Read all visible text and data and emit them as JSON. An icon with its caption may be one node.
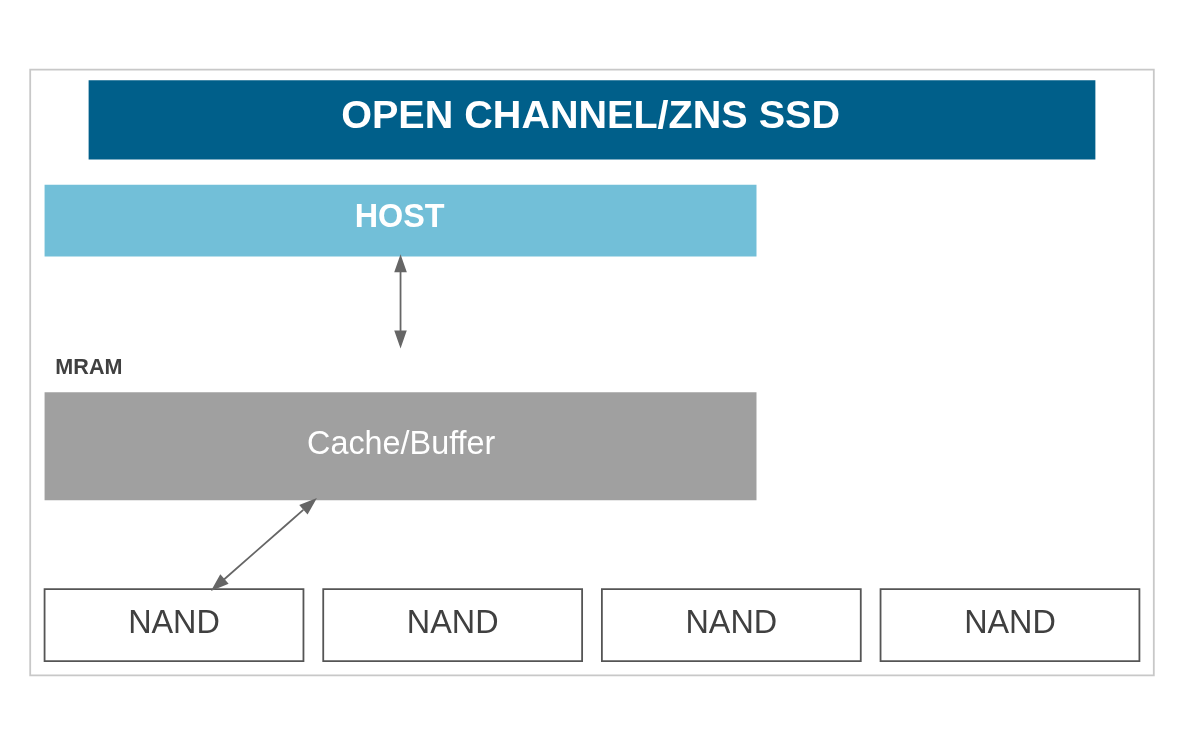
{
  "diagram": {
    "nodes": [
      {
        "text": [
          "OPEN CHANNEL/ZNS SSD"
        ]
      },
      {
        "text": [
          "HOST"
        ],
        "in": 0
      },
      {
        "text": [
          "MRAM",
          "Cache/Buffer"
        ],
        "in": 0
      },
      {
        "text": [
          "NAND"
        ],
        "in": 0
      },
      {
        "text": [
          "NAND"
        ],
        "in": 0
      },
      {
        "text": [
          "NAND"
        ],
        "in": 0
      },
      {
        "text": [
          "NAND"
        ],
        "in": 0
      }
    ],
    "edges": [
      {
        "from": 1,
        "to": 2,
        "arrow": "both"
      },
      {
        "from": 2,
        "to": 3,
        "arrow": "both"
      }
    ]
  }
}
